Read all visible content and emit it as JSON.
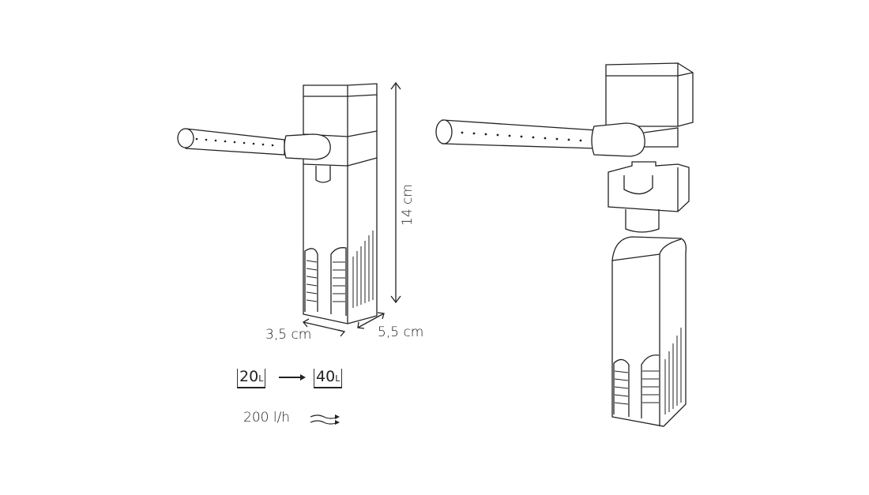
{
  "dimensions": {
    "height": "14 cm",
    "width": "3,5 cm",
    "depth": "5,5 cm"
  },
  "capacity": {
    "min_value": "20",
    "max_value": "40",
    "unit": "L"
  },
  "flow": {
    "rate": "200 l/h"
  }
}
